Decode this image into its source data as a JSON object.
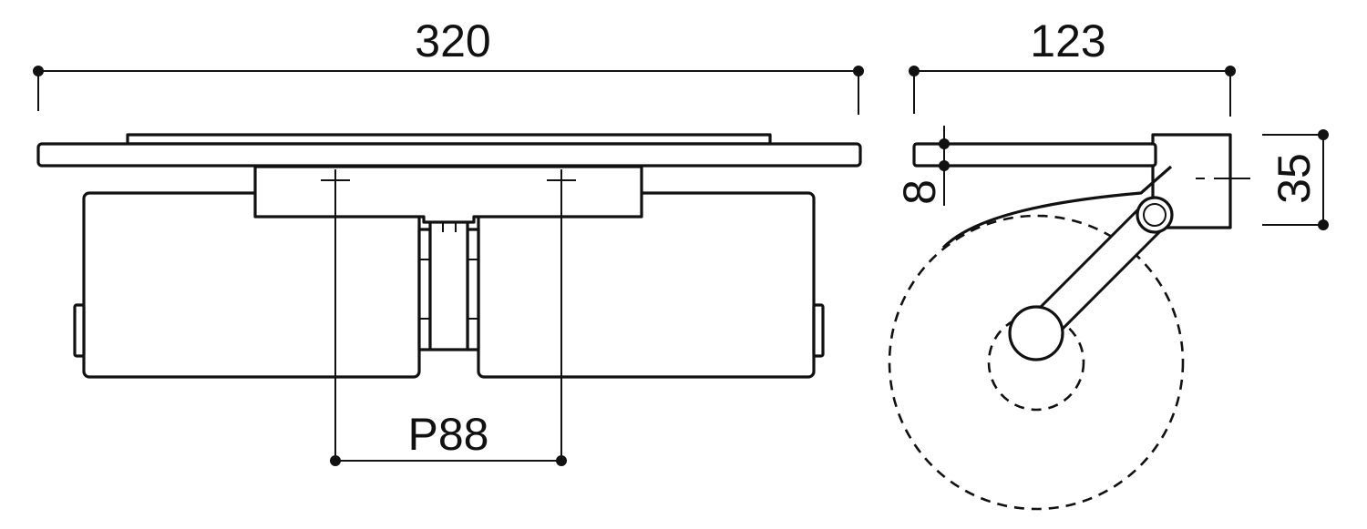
{
  "dimensions": {
    "total_width": "320",
    "depth": "123",
    "pitch": "P88",
    "plate_thickness": "8",
    "bracket_height": "35"
  },
  "colors": {
    "line": "#111111",
    "background": "#ffffff"
  }
}
